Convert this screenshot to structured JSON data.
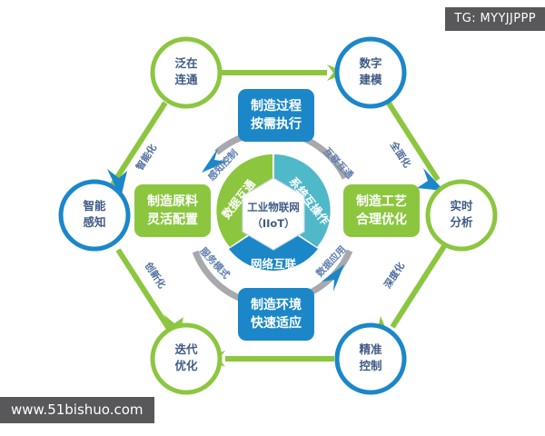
{
  "overlay": {
    "tg_tag": "TG: MYYJJPPP",
    "watermark": "www.51bishuo.com"
  },
  "colors": {
    "green": "#8cc63f",
    "green_ring": "#8dc63f",
    "blue": "#1b87c9",
    "blue_ring": "#1b87c9",
    "gray_ring": "#a7a9ac",
    "teal": "#4fb8c9",
    "card_green": "#8cc63f",
    "card_blue": "#1b87c9",
    "label_blue": "#3f5b86"
  },
  "outer_nodes": [
    {
      "id": "ubiquitous-connectivity",
      "line1": "泛在",
      "line2": "连通",
      "ring": "green"
    },
    {
      "id": "digital-modeling",
      "line1": "数字",
      "line2": "建模",
      "ring": "blue"
    },
    {
      "id": "realtime-analysis",
      "line1": "实时",
      "line2": "分析",
      "ring": "green"
    },
    {
      "id": "precise-control",
      "line1": "精准",
      "line2": "控制",
      "ring": "blue"
    },
    {
      "id": "iterative-optimization",
      "line1": "迭代",
      "line2": "优化",
      "ring": "green"
    },
    {
      "id": "intelligent-perception",
      "line1": "智能",
      "line2": "感知",
      "ring": "blue"
    }
  ],
  "outer_edge_labels": [
    {
      "id": "comprehensive",
      "text": "全面化"
    },
    {
      "id": "depth",
      "text": "深度化"
    },
    {
      "id": "innovation",
      "text": "创新化"
    },
    {
      "id": "intelligentization",
      "text": "智能化"
    }
  ],
  "cards": [
    {
      "id": "process-on-demand",
      "line1": "制造过程",
      "line2": "按需执行",
      "style": "blue"
    },
    {
      "id": "material-flexible",
      "line1": "制造原料",
      "line2": "灵活配置",
      "style": "green"
    },
    {
      "id": "craft-optimization",
      "line1": "制造工艺",
      "line2": "合理优化",
      "style": "green"
    },
    {
      "id": "environment-adaptation",
      "line1": "制造环境",
      "line2": "快速适应",
      "style": "blue"
    }
  ],
  "ring_labels": [
    {
      "id": "perception-control",
      "text": "感知控制"
    },
    {
      "id": "interconnection",
      "text": "互联互通"
    },
    {
      "id": "service-model",
      "text": "服务模式"
    },
    {
      "id": "data-application",
      "text": "数据应用"
    }
  ],
  "core": {
    "petals": [
      {
        "id": "data-interoperability",
        "text": "数据互通",
        "color": "#8cc63f"
      },
      {
        "id": "system-interoperation",
        "text": "系统互操作",
        "color": "#4fb8c9"
      },
      {
        "id": "network-interconnect",
        "text": "网络互联",
        "color": "#1b87c9"
      }
    ],
    "title": "工业物联网",
    "subtitle": "（IIoT）"
  }
}
